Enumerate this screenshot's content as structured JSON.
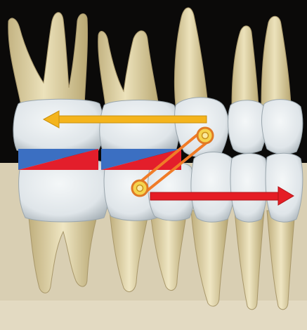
{
  "diagram": {
    "background": {
      "upper_color": "#0b0a09",
      "lower_color": "#d9cfb3",
      "bottom_band_color": "#e3dac2"
    },
    "teeth": {
      "crown_color": "#e6ebee",
      "crown_shadow": "#aeb8be",
      "root_color": "#e7dcb2",
      "root_shadow": "#b8a877"
    },
    "arrows": [
      {
        "semantic": "upper-arch-mesial-movement",
        "direction": "left",
        "color": "#f4b41c",
        "outline": "#c9900e"
      },
      {
        "semantic": "lower-arch-distal-movement",
        "direction": "right",
        "color": "#e51d25",
        "outline": "#b01418"
      }
    ],
    "wedges": [
      {
        "semantic": "molar-upper-wedge",
        "color": "#3b6fc2"
      },
      {
        "semantic": "molar-lower-wedge",
        "color": "#e31e2b"
      },
      {
        "semantic": "premolar-upper-wedge",
        "color": "#3b6fc2"
      },
      {
        "semantic": "premolar-lower-wedge",
        "color": "#e31e2b"
      }
    ],
    "elastic": {
      "semantic": "class-ii-elastic",
      "line_color": "#f07b27",
      "hook_fill": "#f5d44e",
      "hook_ring": "#e07a25"
    }
  }
}
